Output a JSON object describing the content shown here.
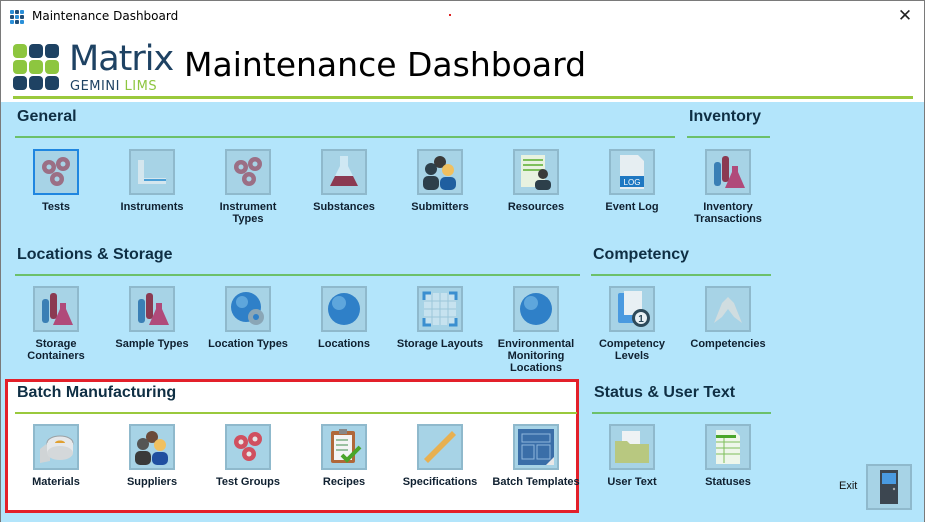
{
  "window": {
    "title": "Maintenance Dashboard",
    "close_glyph": "✕"
  },
  "header": {
    "logo_main": "Matrix",
    "logo_sub_1": "GEMINI",
    "logo_sub_2": "LIMS",
    "page_title": "Maintenance Dashboard"
  },
  "colors": {
    "content_bg": "#b3e5fb",
    "heading": "#0f2f44",
    "rule_green": "#6cc06a",
    "header_rule": "#9ac93c",
    "highlight_border": "#e3202a",
    "selected_border": "#1f86e0"
  },
  "sections": {
    "general": {
      "title": "General",
      "items": [
        {
          "label": "Tests",
          "icon": "gears-icon",
          "selected": true
        },
        {
          "label": "Instruments",
          "icon": "instrument-icon"
        },
        {
          "label": "Instrument Types",
          "icon": "gears-icon"
        },
        {
          "label": "Substances",
          "icon": "flask-icon"
        },
        {
          "label": "Submitters",
          "icon": "people-icon"
        },
        {
          "label": "Resources",
          "icon": "resource-person-icon"
        },
        {
          "label": "Event Log",
          "icon": "log-file-icon"
        }
      ]
    },
    "inventory": {
      "title": "Inventory",
      "items": [
        {
          "label": "Inventory Transactions",
          "icon": "test-tubes-icon"
        }
      ]
    },
    "locations": {
      "title": "Locations & Storage",
      "items": [
        {
          "label": "Storage Containers",
          "icon": "test-tubes-icon"
        },
        {
          "label": "Sample Types",
          "icon": "test-tubes-icon"
        },
        {
          "label": "Location Types",
          "icon": "globe-gear-icon"
        },
        {
          "label": "Locations",
          "icon": "globe-icon"
        },
        {
          "label": "Storage Layouts",
          "icon": "grid-layout-icon"
        },
        {
          "label": "Environmental Monitoring Locations",
          "icon": "globe-icon"
        }
      ]
    },
    "competency": {
      "title": "Competency",
      "items": [
        {
          "label": "Competency Levels",
          "icon": "folder-level-icon"
        },
        {
          "label": "Competencies",
          "icon": "handshake-icon"
        }
      ]
    },
    "batch": {
      "title": "Batch Manufacturing",
      "items": [
        {
          "label": "Materials",
          "icon": "tape-roll-icon"
        },
        {
          "label": "Suppliers",
          "icon": "people-icon"
        },
        {
          "label": "Test Groups",
          "icon": "gears-icon"
        },
        {
          "label": "Recipes",
          "icon": "clipboard-check-icon"
        },
        {
          "label": "Specifications",
          "icon": "ruler-icon"
        },
        {
          "label": "Batch Templates",
          "icon": "blueprint-icon"
        }
      ]
    },
    "status": {
      "title": "Status & User Text",
      "items": [
        {
          "label": "User Text",
          "icon": "folder-icon"
        },
        {
          "label": "Statuses",
          "icon": "spreadsheet-icon"
        }
      ]
    }
  },
  "exit": {
    "label": "Exit",
    "icon": "door-icon"
  }
}
